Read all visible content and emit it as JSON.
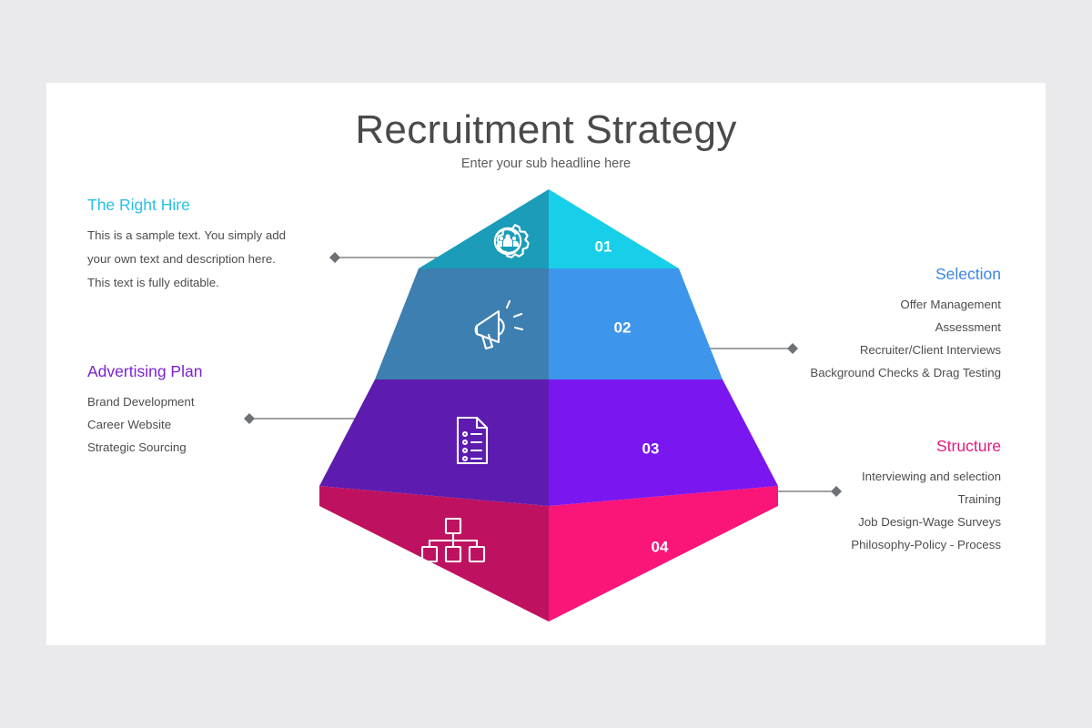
{
  "page": {
    "background_color": "#eaeaec",
    "card_color": "#ffffff"
  },
  "header": {
    "title": "Recruitment Strategy",
    "subtitle": "Enter your sub headline here",
    "title_color": "#4a4a4a",
    "subtitle_color": "#5b5b5b"
  },
  "pyramid": {
    "tiers": [
      {
        "number": "01",
        "icon": "gear-people-icon",
        "left_face_color": "#1b9cb8",
        "right_face_color": "#17cfe8",
        "linked_block": "The Right Hire"
      },
      {
        "number": "02",
        "icon": "megaphone-icon",
        "left_face_color": "#3d7fb0",
        "right_face_color": "#3d96ec",
        "linked_block": "Selection"
      },
      {
        "number": "03",
        "icon": "checklist-document-icon",
        "left_face_color": "#5d1bb0",
        "right_face_color": "#7a16f0",
        "linked_block": "Advertising Plan"
      },
      {
        "number": "04",
        "icon": "org-chart-icon",
        "left_face_color": "#be1261",
        "right_face_color": "#fa1579",
        "linked_block": "Structure"
      }
    ]
  },
  "blocks": {
    "right_hire": {
      "heading": "The Right Hire",
      "heading_color": "#29c0e6",
      "lines": [
        "This is a sample text. You simply add",
        "your own text and description here.",
        "This text is fully editable."
      ]
    },
    "advertising_plan": {
      "heading": "Advertising Plan",
      "heading_color": "#7b21d4",
      "lines": [
        "Brand Development",
        "Career Website",
        "Strategic Sourcing"
      ]
    },
    "selection": {
      "heading": "Selection",
      "heading_color": "#3b86e0",
      "lines": [
        "Offer Management",
        "Assessment",
        "Recruiter/Client Interviews",
        "Background Checks & Drag Testing"
      ]
    },
    "structure": {
      "heading": "Structure",
      "heading_color": "#e31b7b",
      "lines": [
        "Interviewing and selection",
        "Training",
        "Job Design-Wage Surveys",
        "Philosophy-Policy - Process"
      ]
    }
  },
  "connectors": {
    "line_color": "#666a6e",
    "marker_color": "#6d7074",
    "marker_shape": "diamond"
  }
}
